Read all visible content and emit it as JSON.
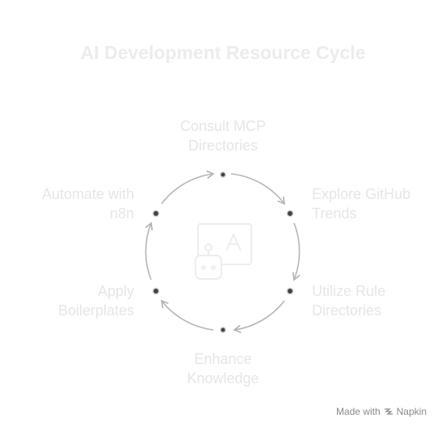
{
  "title": "AI Development Resource Cycle",
  "stages": [
    {
      "line1": "Consult MCP",
      "line2": "Directories"
    },
    {
      "line1": "Explore GitHub",
      "line2": "Trends"
    },
    {
      "line1": "Utilize Rule",
      "line2": "Directories"
    },
    {
      "line1": "Enhance",
      "line2": "Knowledge"
    },
    {
      "line1": "Apply",
      "line2": "Boilerplates"
    },
    {
      "line1": "Automate with",
      "line2": "n8n"
    }
  ],
  "watermark": {
    "made_with": "Made with",
    "brand": "Napkin"
  },
  "colors": {
    "arrow": "#b5b5b5",
    "dot": "#444444",
    "label": "#e6e6e6",
    "title": "#ececec"
  },
  "center_icon": "robot-ai-icon"
}
